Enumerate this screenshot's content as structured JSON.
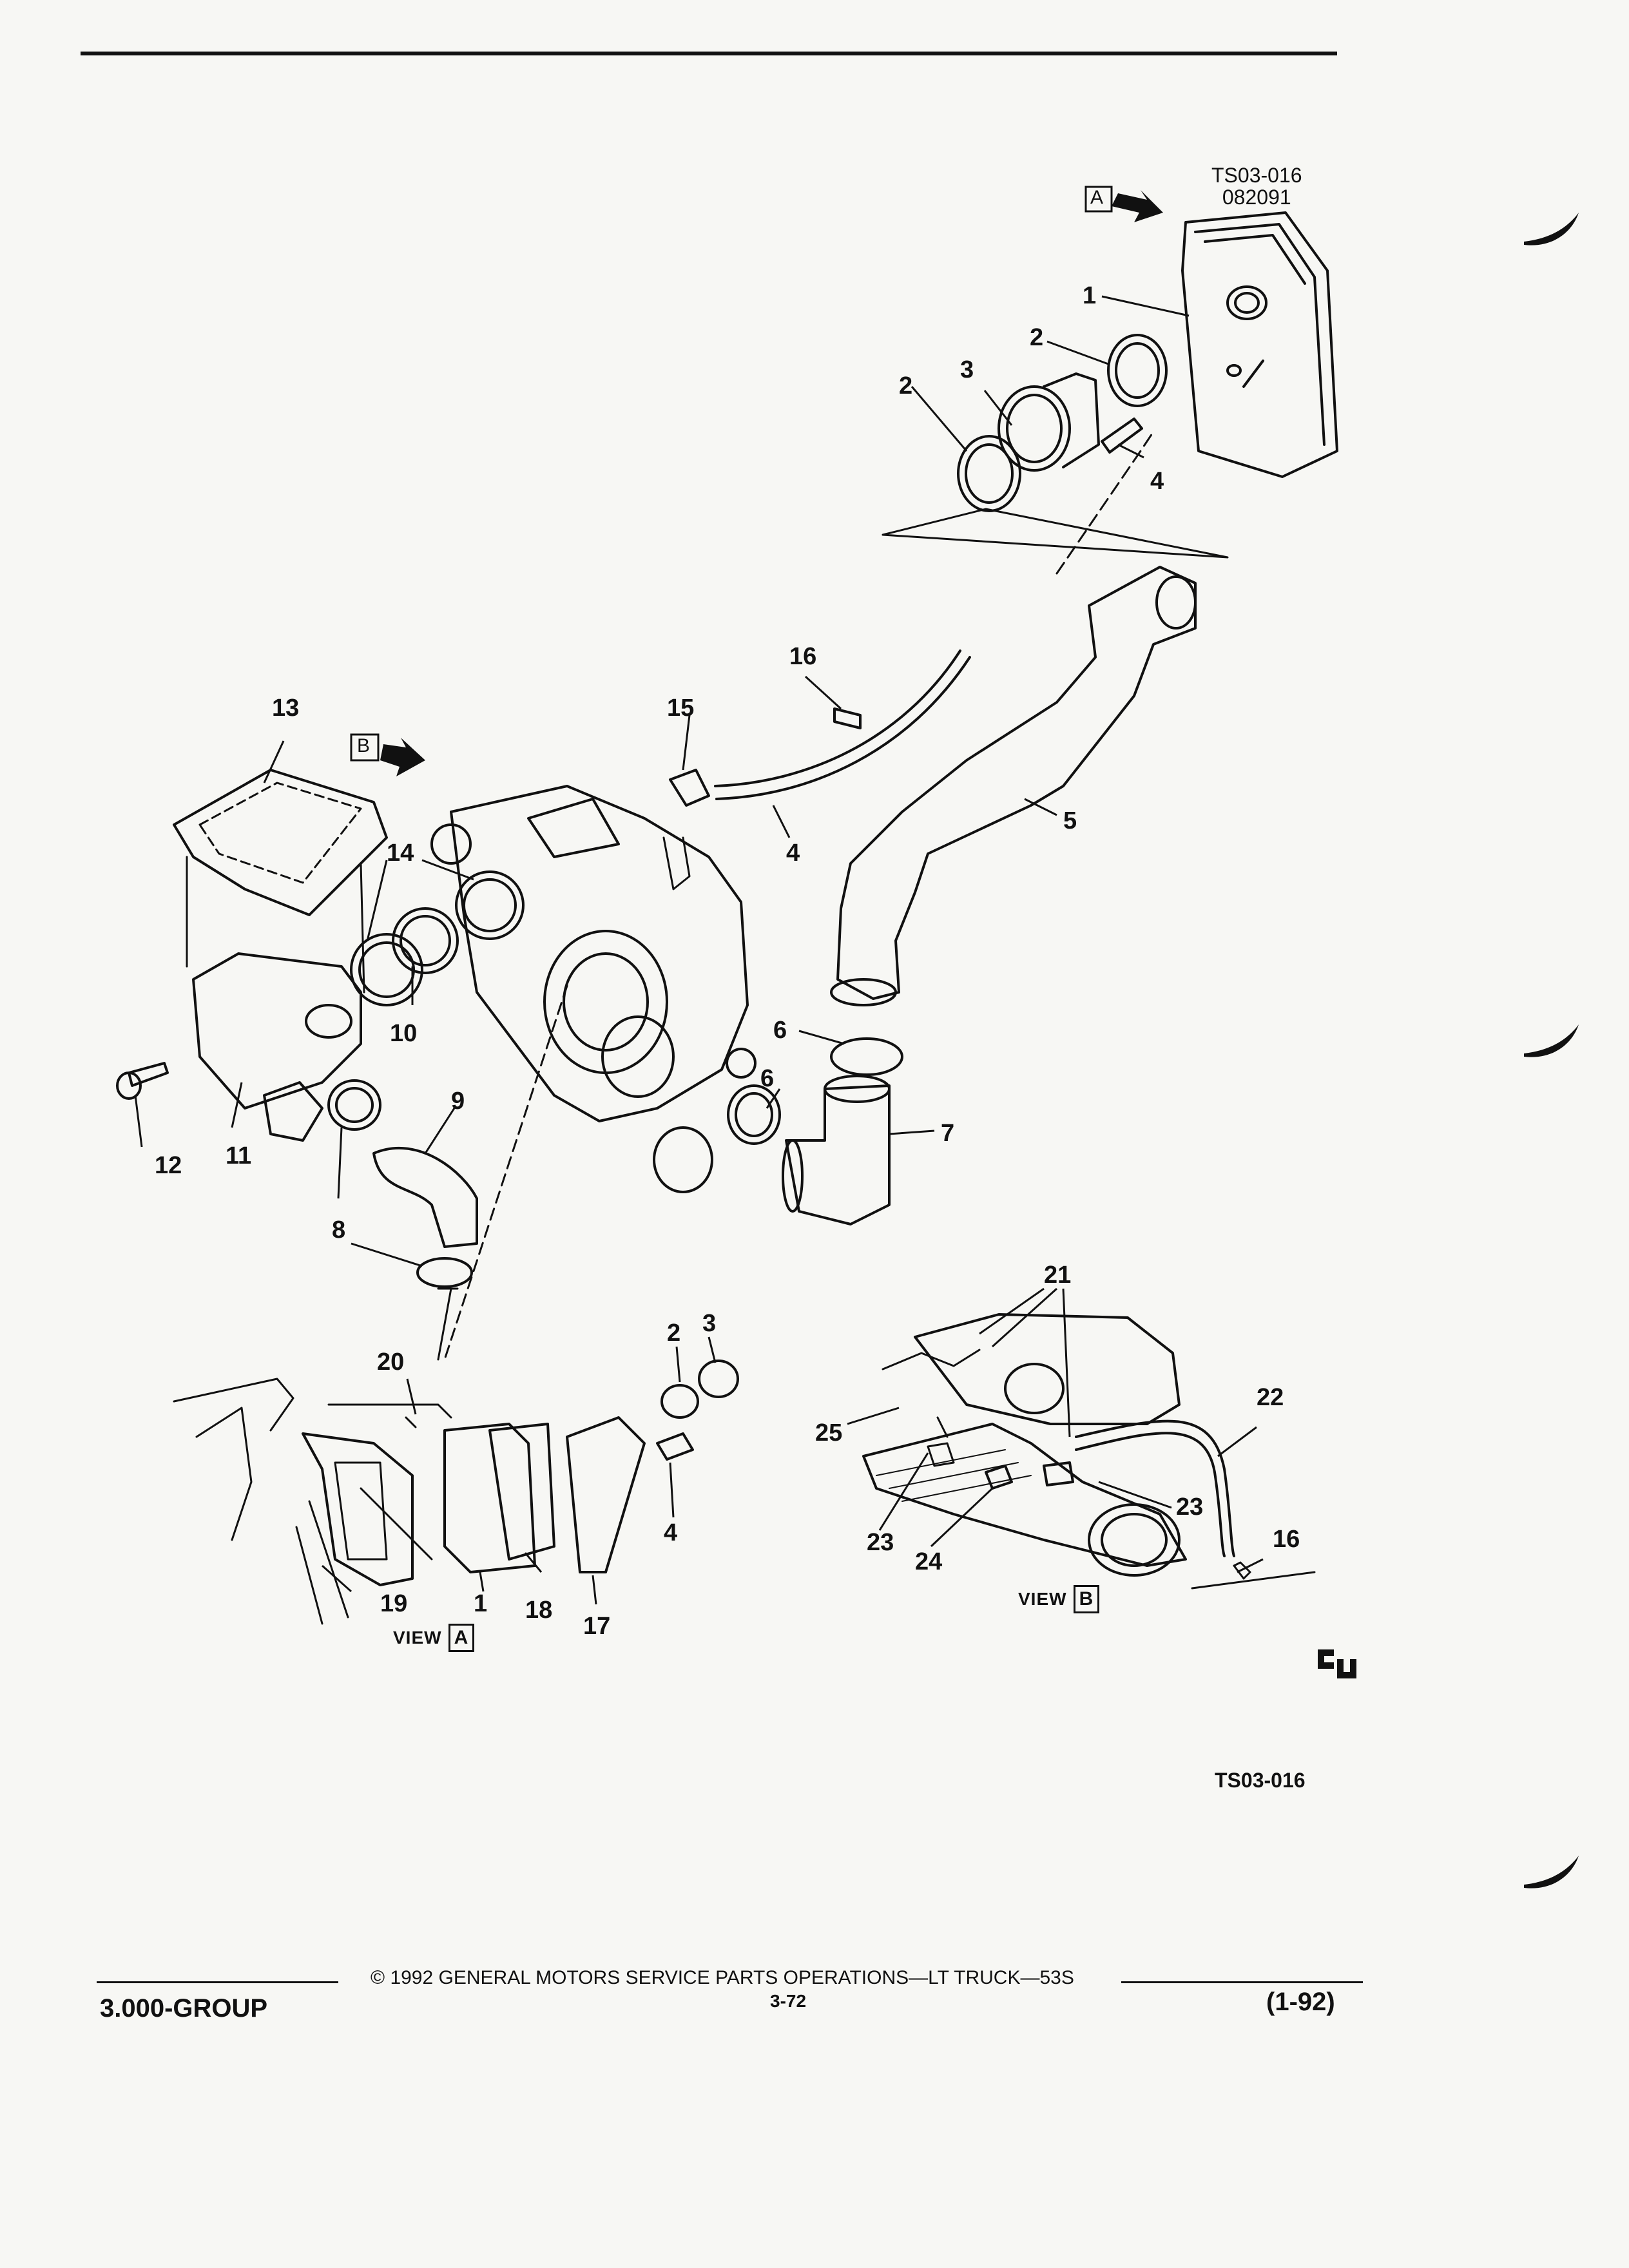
{
  "header": {
    "figure_code": "TS03-016",
    "figure_date": "082091",
    "figure_code_bottom": "TS03-016"
  },
  "callouts": {
    "c1_top": "1",
    "c2_top_right": "2",
    "c3_top": "3",
    "c2_top_left": "2",
    "c4_top": "4",
    "c16": "16",
    "c15": "15",
    "c4_mid": "4",
    "c5": "5",
    "c13": "13",
    "c14": "14",
    "c10": "10",
    "c6_upper": "6",
    "c6_lower": "6",
    "c7": "7",
    "c9": "9",
    "c12": "12",
    "c11": "11",
    "c8": "8",
    "c20": "20",
    "c2_view_a": "2",
    "c3_view_a": "3",
    "c4_view_a": "4",
    "c19": "19",
    "c1_view_a": "1",
    "c18": "18",
    "c17": "17",
    "c21": "21",
    "c22": "22",
    "c25": "25",
    "c23_right": "23",
    "c23_left": "23",
    "c24": "24",
    "c16_view_b": "16"
  },
  "views": {
    "a_badge": "A",
    "b_badge": "B",
    "view_a_word": "VIEW",
    "view_a_letter": "A",
    "view_b_word": "VIEW",
    "view_b_letter": "B"
  },
  "footer": {
    "copyright": "© 1992 GENERAL MOTORS SERVICE PARTS OPERATIONS—LT TRUCK—53S",
    "page_number": "3-72",
    "group": "3.000-GROUP",
    "date": "(1-92)"
  }
}
